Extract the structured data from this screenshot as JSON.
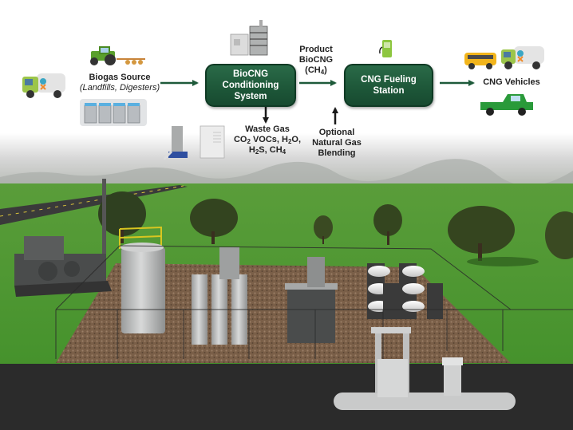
{
  "diagram": {
    "biogas_source": {
      "title": "Biogas Source",
      "subtitle": "(Landfills, Digesters)"
    },
    "conditioning_box": {
      "lines": [
        "BioCNG",
        "Conditioning",
        "System"
      ]
    },
    "product_label": {
      "lines": [
        "Product",
        "BioCNG"
      ],
      "formula_prefix": "(CH",
      "formula_sub": "4",
      "formula_suffix": ")"
    },
    "fueling_box": {
      "lines": [
        "CNG Fueling",
        "Station"
      ]
    },
    "vehicles_label": "CNG Vehicles",
    "waste_gas": {
      "title": "Waste Gas",
      "line2": {
        "a": "CO",
        "a_sub": "2",
        "b": " VOCs, H",
        "b_sub": "2",
        "c": "O,"
      },
      "line3": {
        "a": "H",
        "a_sub": "2",
        "b": "S, CH",
        "b_sub": "4"
      }
    },
    "blending": {
      "lines": [
        "Optional",
        "Natural Gas",
        "Blending"
      ]
    },
    "colors": {
      "box_green": "#1d5638",
      "arrow_green": "#1e5a3a",
      "arrow_black": "#1a1a1a",
      "grass": "#4d9a32",
      "asphalt": "#2b2b2b",
      "mulch": "#7a6048"
    }
  },
  "icons": [
    "garbage-truck-icon",
    "tractor-icon",
    "gas-cylinders-icon",
    "conditioning-equipment-icon",
    "waste-gas-equipment-icon",
    "fuel-pump-icon",
    "school-bus-icon",
    "garbage-truck-icon",
    "pickup-truck-icon"
  ],
  "scene": {
    "description": "3D rendering of BioCNG fueling station site"
  }
}
